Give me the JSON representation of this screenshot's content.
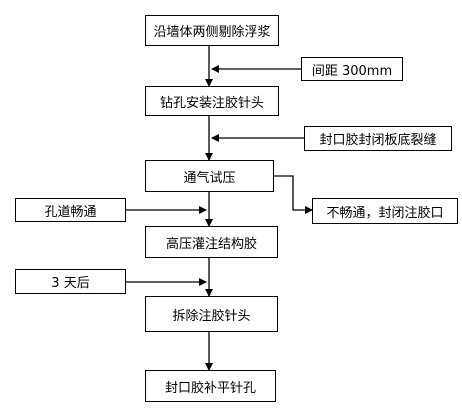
{
  "flow": {
    "main_steps": [
      "沿墙体两侧剔除浮浆",
      "钻孔安装注胶针头",
      "通气试压",
      "高压灌注结构胶",
      "拆除注胶针头",
      "封口胶补平针孔"
    ],
    "side_notes": {
      "spacing": "间距 300mm",
      "seal": "封口胶封闭板底裂缝",
      "not_clear": "不畅通，封闭注胶口",
      "clear": "孔道畅通",
      "after_3_days": "3 天后"
    }
  }
}
